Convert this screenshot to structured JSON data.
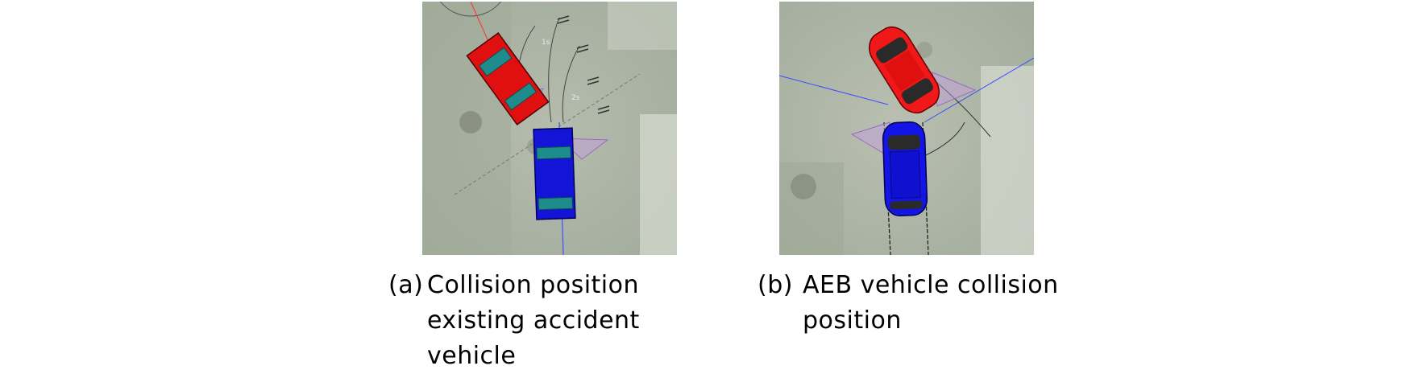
{
  "panels": [
    {
      "label": "(a)",
      "caption": "Collision position existing accident vehicle",
      "overlay_marks": [
        "1s",
        "2s"
      ]
    },
    {
      "label": "(b)",
      "caption": "AEB vehicle collision position"
    }
  ],
  "colors": {
    "red_vehicle": "#e01010",
    "blue_vehicle": "#1414d8",
    "sensor_cone": "#b48cd2",
    "background": "#a9b3a2"
  }
}
